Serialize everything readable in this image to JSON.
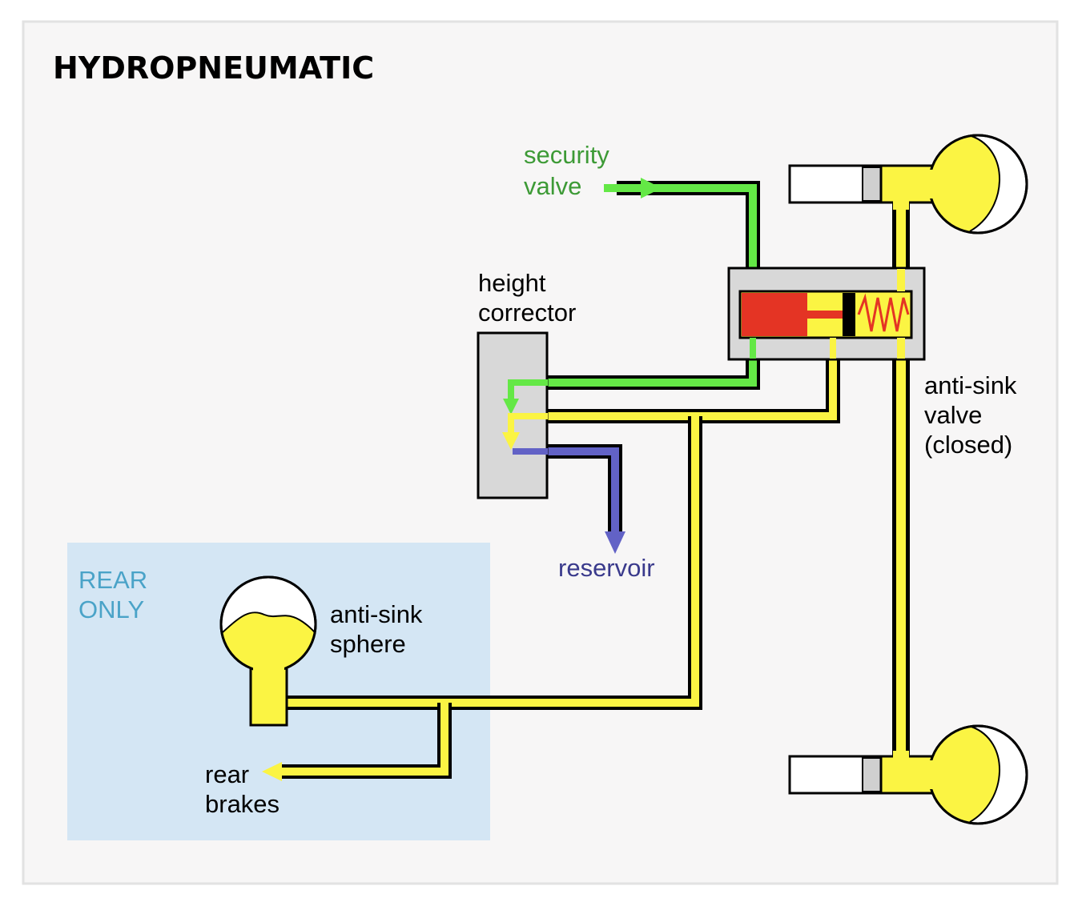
{
  "title": "HYDROPNEUMATIC",
  "labels": {
    "security_valve_line1": "security",
    "security_valve_line2": "valve",
    "height_corrector_line1": "height",
    "height_corrector_line2": "corrector",
    "anti_sink_valve_line1": "anti-sink",
    "anti_sink_valve_line2": "valve",
    "anti_sink_valve_line3": "(closed)",
    "reservoir": "reservoir",
    "rear_only_line1": "REAR",
    "rear_only_line2": "ONLY",
    "anti_sink_sphere_line1": "anti-sink",
    "anti_sink_sphere_line2": "sphere",
    "rear_brakes_line1": "rear",
    "rear_brakes_line2": "brakes"
  },
  "colors": {
    "background": "#f7f6f6",
    "border": "#e2e2e2",
    "rear_panel": "#d4e6f4",
    "rear_text": "#4aa3c8",
    "fluid_yellow": "#fbf443",
    "security_green": "#64e846",
    "security_text": "#3d9a36",
    "return_blue": "#6262c6",
    "reservoir_text": "#3a3a8c",
    "valve_red": "#e43424",
    "body_grey": "#d8d8d8",
    "outline": "#000000"
  }
}
